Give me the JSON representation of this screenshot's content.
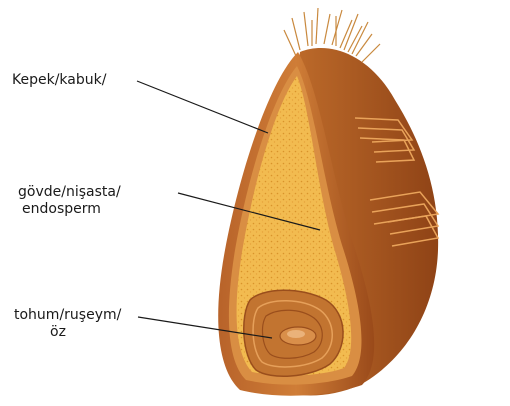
{
  "labels": {
    "bran": "Kepek/kabuk/",
    "endosperm_line1": "gövde/nişasta/",
    "endosperm_line2": "endosperm",
    "germ_line1": "tohum/ruşeym/",
    "germ_line2": "öz"
  },
  "colors": {
    "bran_outer": "#a8551f",
    "bran_inner": "#d48a3c",
    "endosperm": "#f0b74a",
    "endosperm_speckle": "#d9932b",
    "germ": "#c67a32",
    "brush_hairs": "#c9893e",
    "leader_lines": "#1a1a1a"
  }
}
